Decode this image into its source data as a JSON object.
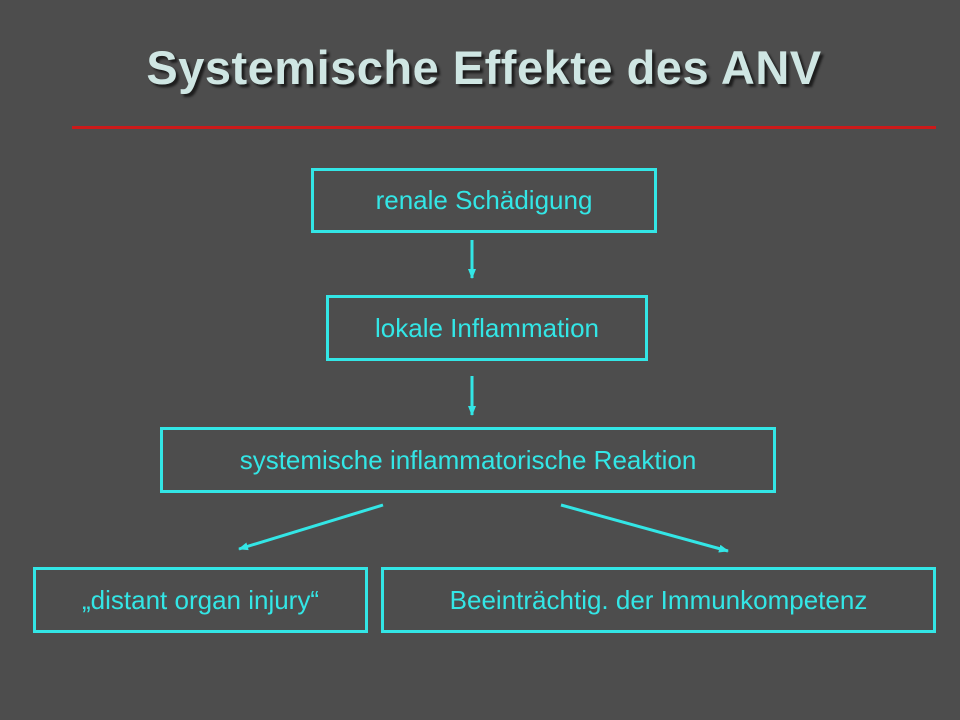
{
  "slide": {
    "title": "Systemische Effekte des ANV"
  },
  "diagram": {
    "nodes": {
      "renal": "renale Schädigung",
      "lokal": "lokale Inflammation",
      "system": "systemische inflammatorische Reaktion",
      "distant": "„distant organ injury“",
      "immun": "Beeinträchtig. der Immunkompetenz"
    },
    "edges": [
      [
        "renal",
        "lokal"
      ],
      [
        "lokal",
        "system"
      ],
      [
        "system",
        "distant"
      ],
      [
        "system",
        "immun"
      ]
    ]
  },
  "colors": {
    "background": "#4d4d4d",
    "accent": "#33e6e6",
    "title": "#cfe6e3",
    "rule": "#cc1a1a"
  }
}
